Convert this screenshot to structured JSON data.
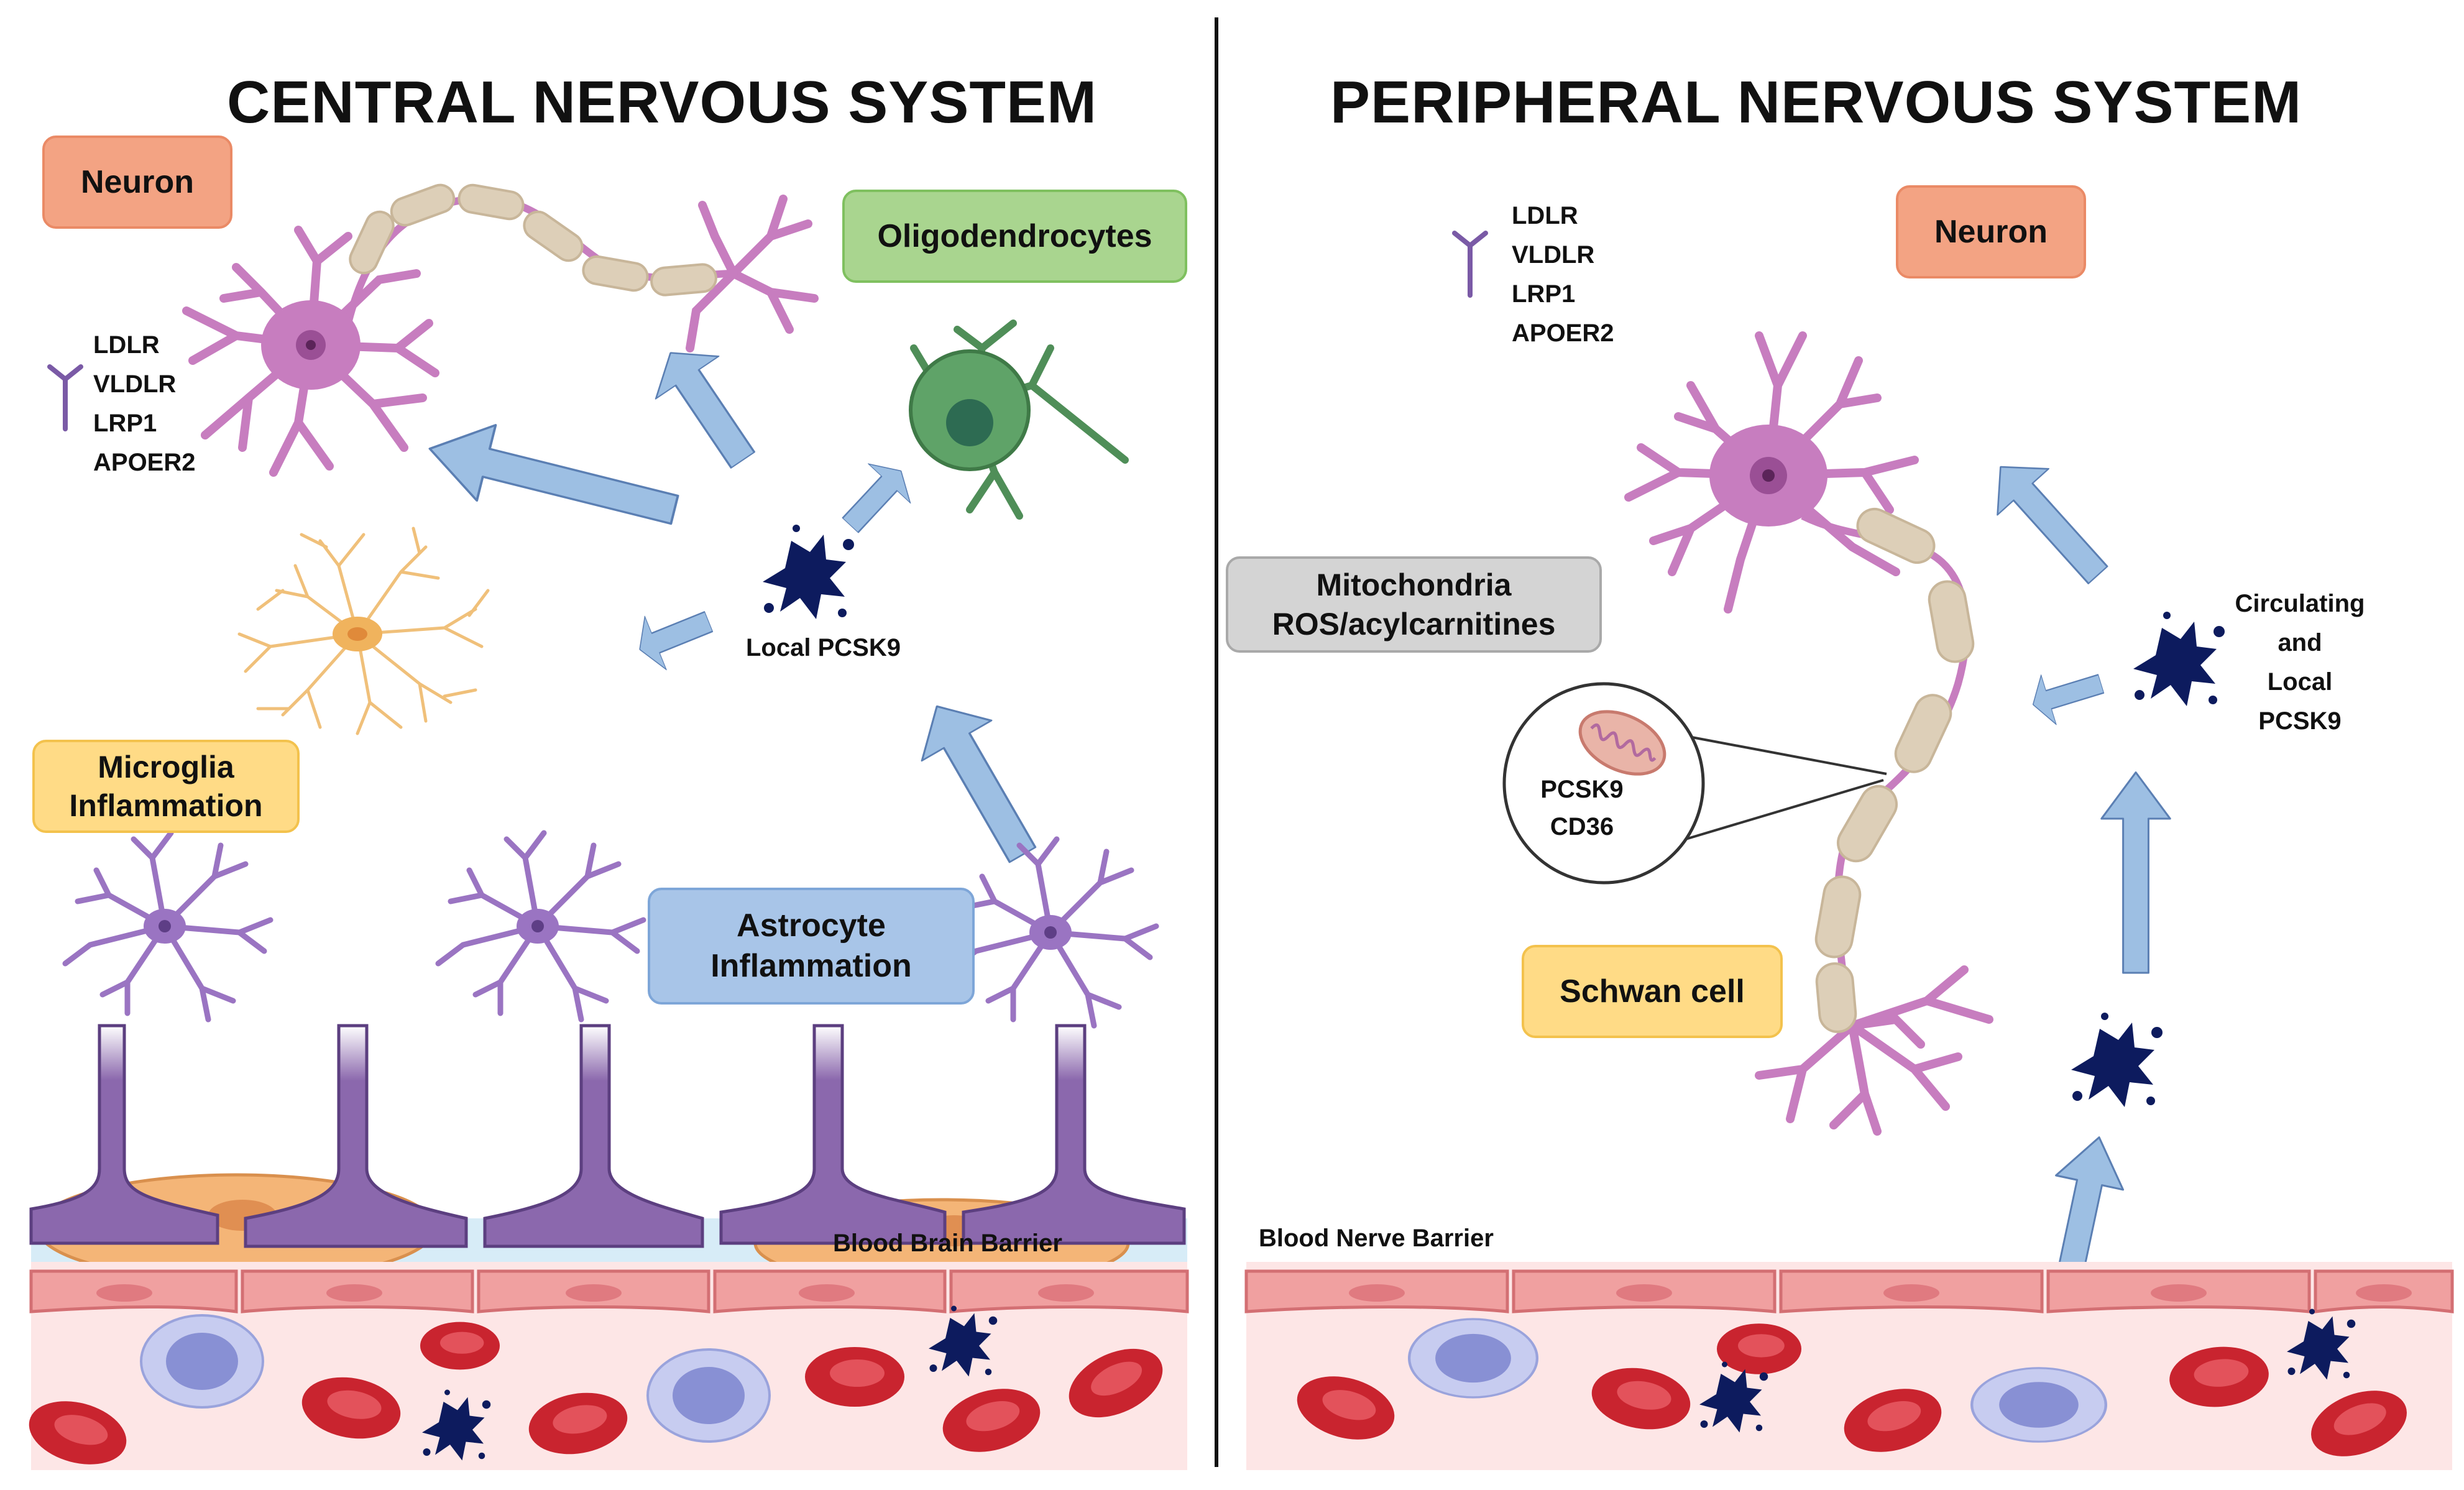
{
  "cns": {
    "title": "CENTRAL NERVOUS SYSTEM",
    "neuron_label": "Neuron",
    "oligodendrocytes_label": "Oligodendrocytes",
    "receptors": [
      "LDLR",
      "VLDLR",
      "LRP1",
      "APOER2"
    ],
    "pcsk9_label": "Local PCSK9",
    "microglia_lines": [
      "Microglia",
      "Inflammation"
    ],
    "astrocyte_lines": [
      "Astrocyte",
      "Inflammation"
    ],
    "barrier_label": "Blood Brain Barrier"
  },
  "pns": {
    "title": "PERIPHERAL NERVOUS SYSTEM",
    "neuron_label": "Neuron",
    "receptors": [
      "LDLR",
      "VLDLR",
      "LRP1",
      "APOER2"
    ],
    "mito_lines": [
      "Mitochondria",
      "ROS/acylcarnitines"
    ],
    "zoom_lines": [
      "PCSK9",
      "CD36"
    ],
    "pcsk9_lines": [
      "Circulating",
      "and",
      "Local",
      "PCSK9"
    ],
    "schwan_label": "Schwan cell",
    "barrier_label": "Blood Nerve Barrier"
  },
  "colors": {
    "neuron": "#c77dbf",
    "myelin": "#ddcfb8",
    "arrow": "#9dbfe3",
    "pcsk9": "#0d1b5e",
    "astro_foot": "#8b68ad",
    "endothelium": "#f0a0a0",
    "vessel": "#fde6e6",
    "rbc": "#c9242f",
    "leukocyte": "#a8b0e4",
    "microglia": "#f0c07a",
    "oligo": "#4f8e58"
  }
}
